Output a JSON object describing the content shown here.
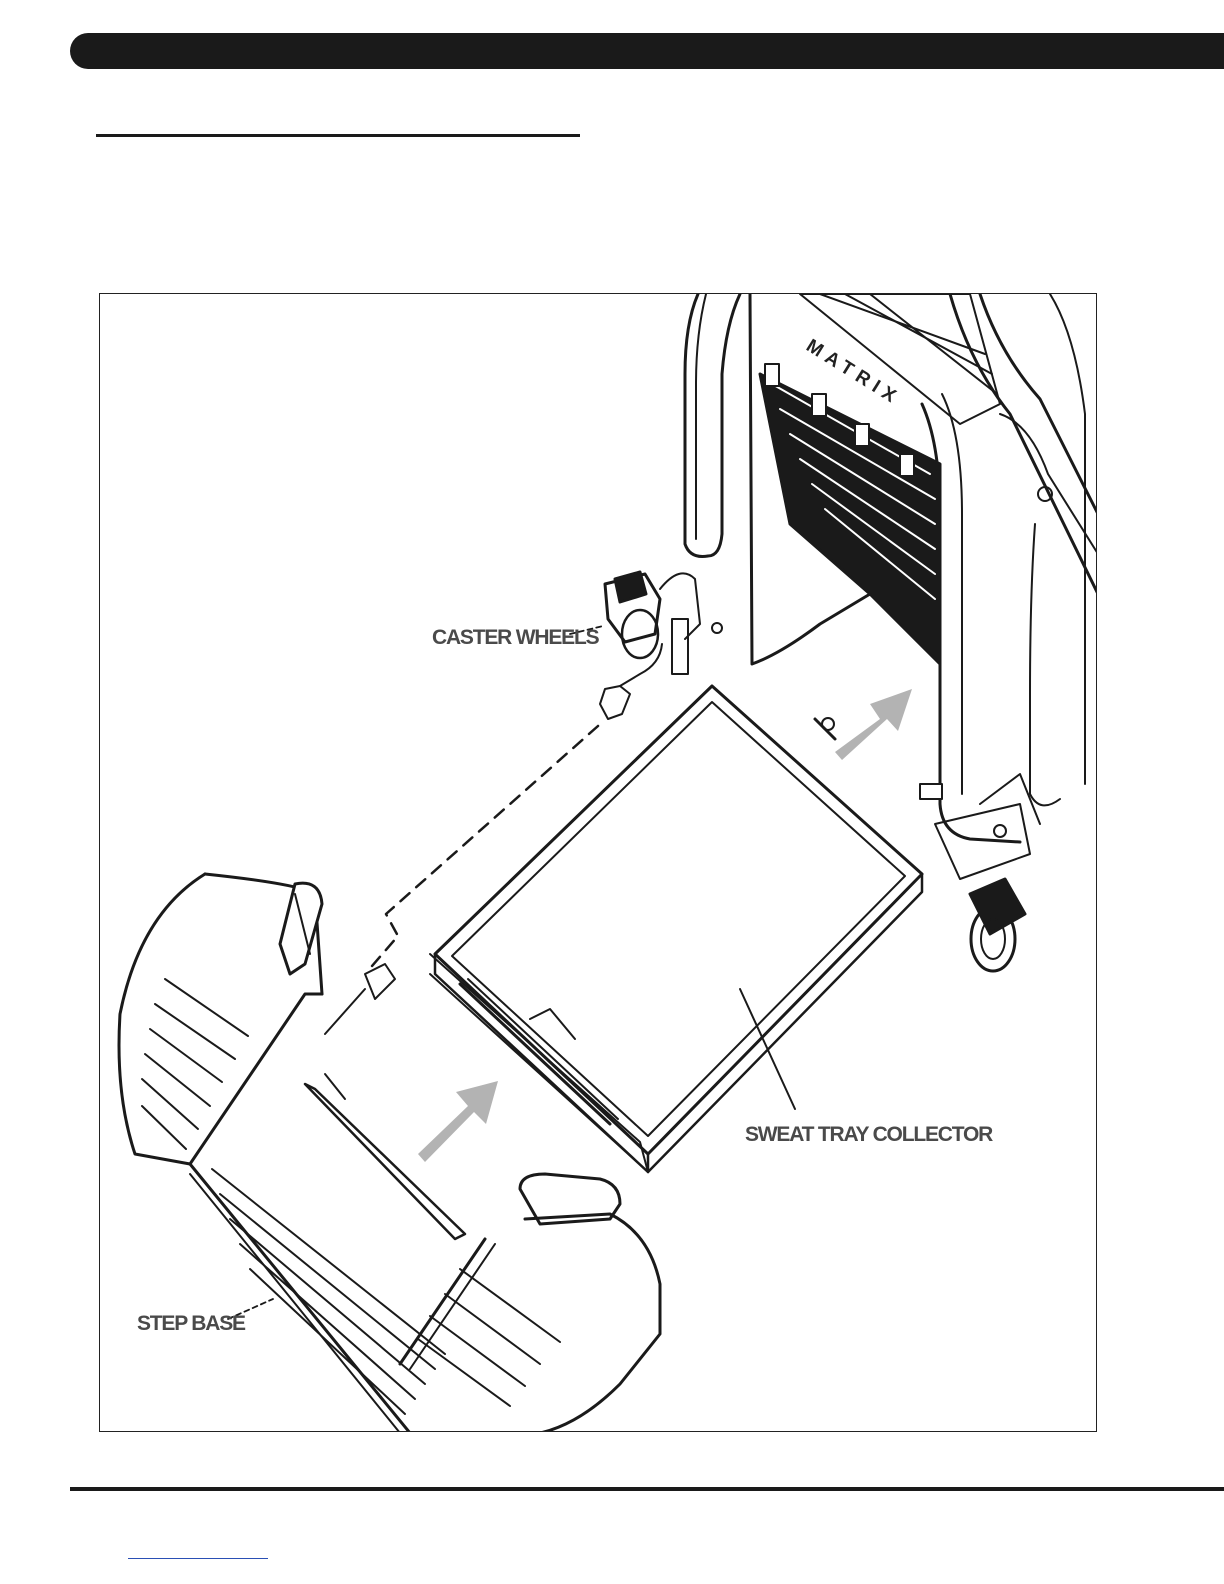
{
  "figure": {
    "labels": {
      "caster_wheels": "CASTER WHEELS",
      "sweat_tray_collector": "SWEAT TRAY COLLECTOR",
      "step_base": "STEP BASE"
    },
    "brand_text": "MATRIX"
  },
  "colors": {
    "header_bar": "#1a1a1a",
    "line_art": "#1a1a1a",
    "arrow_fill": "#b3b3b3",
    "footer_link": "#2a4fb5"
  }
}
